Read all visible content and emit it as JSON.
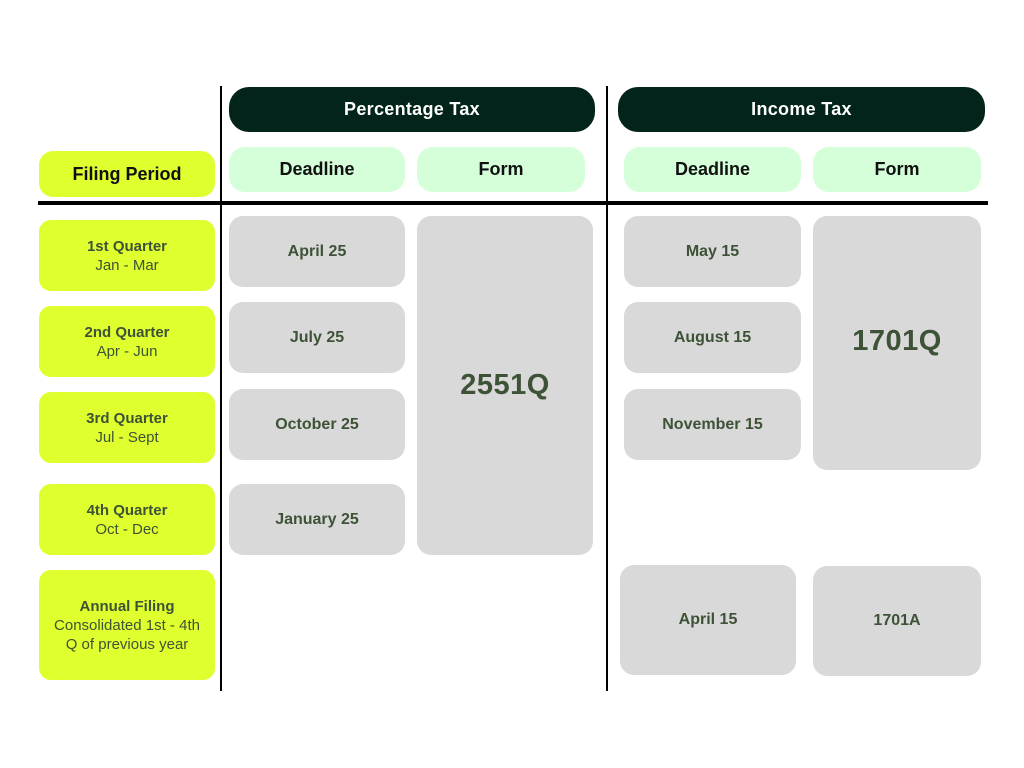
{
  "groups": {
    "percentage_tax": {
      "title": "Percentage Tax",
      "deadline_header": "Deadline",
      "form_header": "Form",
      "deadlines": [
        "April 25",
        "July 25",
        "October 25",
        "January 25"
      ],
      "quarterly_form": "2551Q"
    },
    "income_tax": {
      "title": "Income Tax",
      "deadline_header": "Deadline",
      "form_header": "Form",
      "deadlines": [
        "May 15",
        "August 15",
        "November 15"
      ],
      "quarterly_form": "1701Q",
      "annual_deadline": "April 15",
      "annual_form": "1701A"
    }
  },
  "filing_period": {
    "header": "Filing Period",
    "periods": [
      {
        "name": "1st Quarter",
        "range": "Jan - Mar"
      },
      {
        "name": "2nd Quarter",
        "range": "Apr - Jun"
      },
      {
        "name": "3rd Quarter",
        "range": "Jul - Sept"
      },
      {
        "name": "4th Quarter",
        "range": "Oct - Dec"
      },
      {
        "name": "Annual Filing",
        "range": "Consolidated 1st - 4th Q of previous year"
      }
    ]
  },
  "colors": {
    "dark_header": "#03241a",
    "sub_header": "#d4ffd8",
    "period_fill": "#e0ff2e",
    "cell_fill": "#d9d9d9",
    "cell_text": "#3d5236"
  }
}
